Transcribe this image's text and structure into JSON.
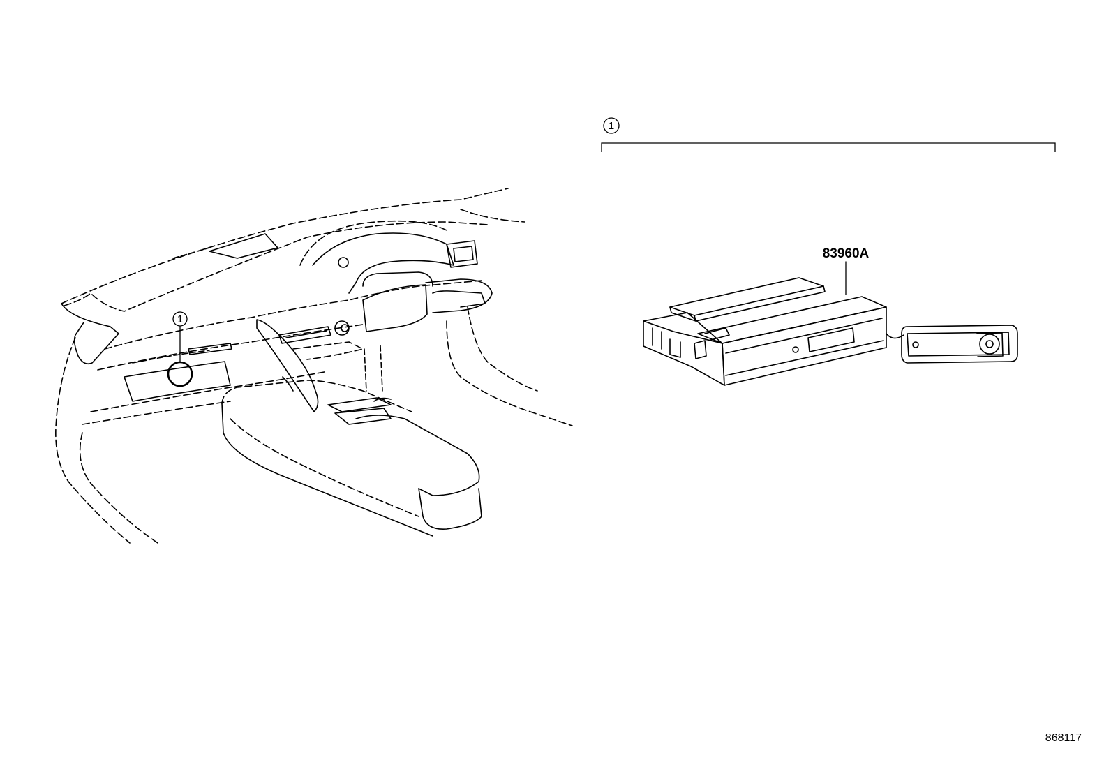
{
  "callouts": {
    "interior_marker": "1",
    "group_marker": "1"
  },
  "parts": {
    "part_number": "83960A"
  },
  "footer": {
    "diagram_number": "868117"
  },
  "colors": {
    "line": "#000000",
    "background": "#ffffff"
  }
}
